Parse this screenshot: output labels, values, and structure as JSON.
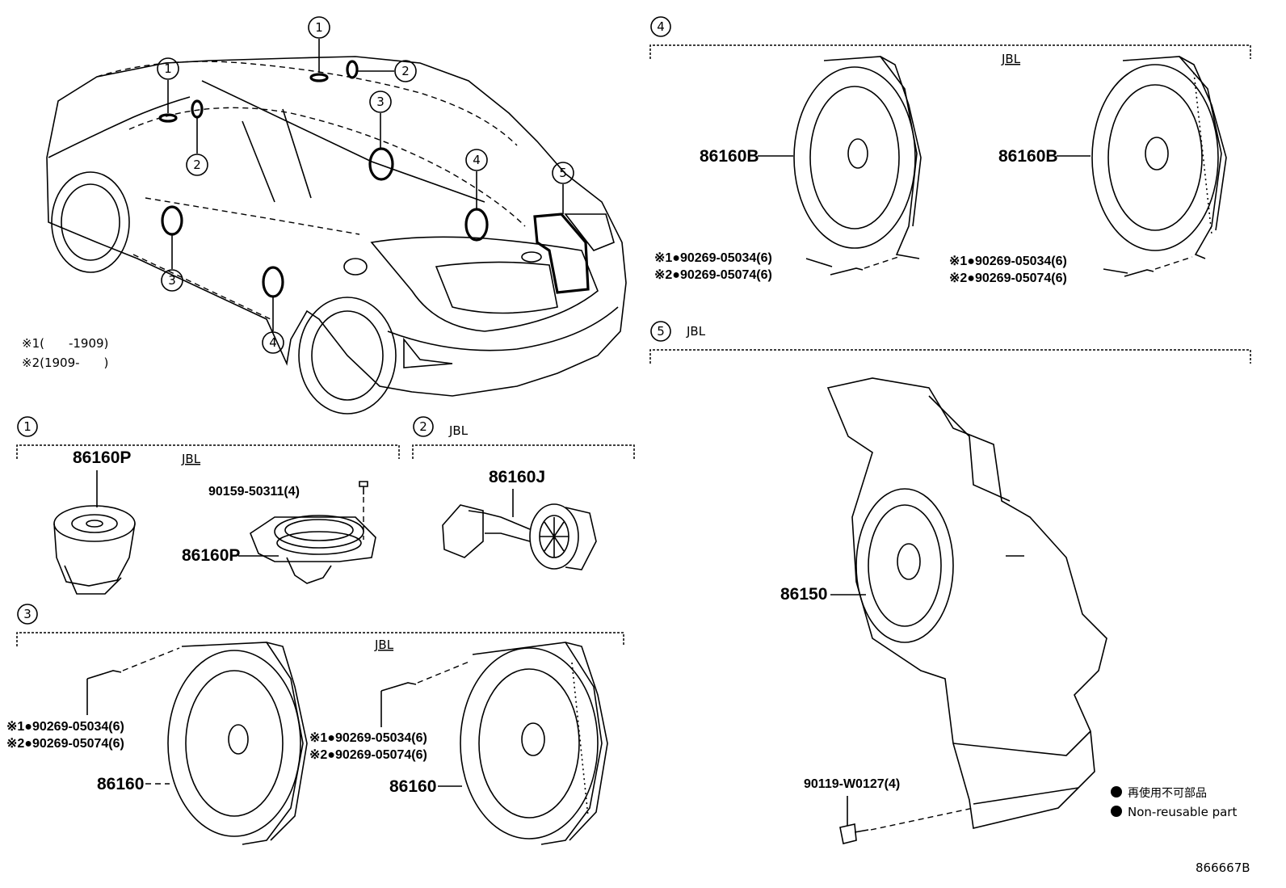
{
  "overview": {
    "callouts": [
      "1",
      "1",
      "2",
      "2",
      "3",
      "3",
      "4",
      "4",
      "5"
    ],
    "notes": [
      "※1(　　-1909)",
      "※2(1909-　　)"
    ]
  },
  "sections": {
    "s1": {
      "number": "1",
      "brand": "JBL",
      "parts": [
        "86160P",
        "90159-50311(4)",
        "86160P"
      ]
    },
    "s2": {
      "number": "2",
      "brand": "JBL",
      "parts": [
        "86160J"
      ]
    },
    "s3": {
      "number": "3",
      "brand": "JBL",
      "left": {
        "part": "86160",
        "bolt1": "※1●90269-05034(6)",
        "bolt2": "※2●90269-05074(6)"
      },
      "right": {
        "part": "86160",
        "bolt1": "※1●90269-05034(6)",
        "bolt2": "※2●90269-05074(6)"
      }
    },
    "s4": {
      "number": "4",
      "brand": "JBL",
      "left": {
        "part": "86160B",
        "bolt1": "※1●90269-05034(6)",
        "bolt2": "※2●90269-05074(6)"
      },
      "right": {
        "part": "86160B",
        "bolt1": "※1●90269-05034(6)",
        "bolt2": "※2●90269-05074(6)"
      }
    },
    "s5": {
      "number": "5",
      "brand": "JBL",
      "parts": [
        "86150",
        "90119-W0127(4)"
      ]
    }
  },
  "legend": {
    "line1": "再使用不可部品",
    "line2": "Non-reusable part"
  },
  "footer": {
    "code": "866667B"
  }
}
